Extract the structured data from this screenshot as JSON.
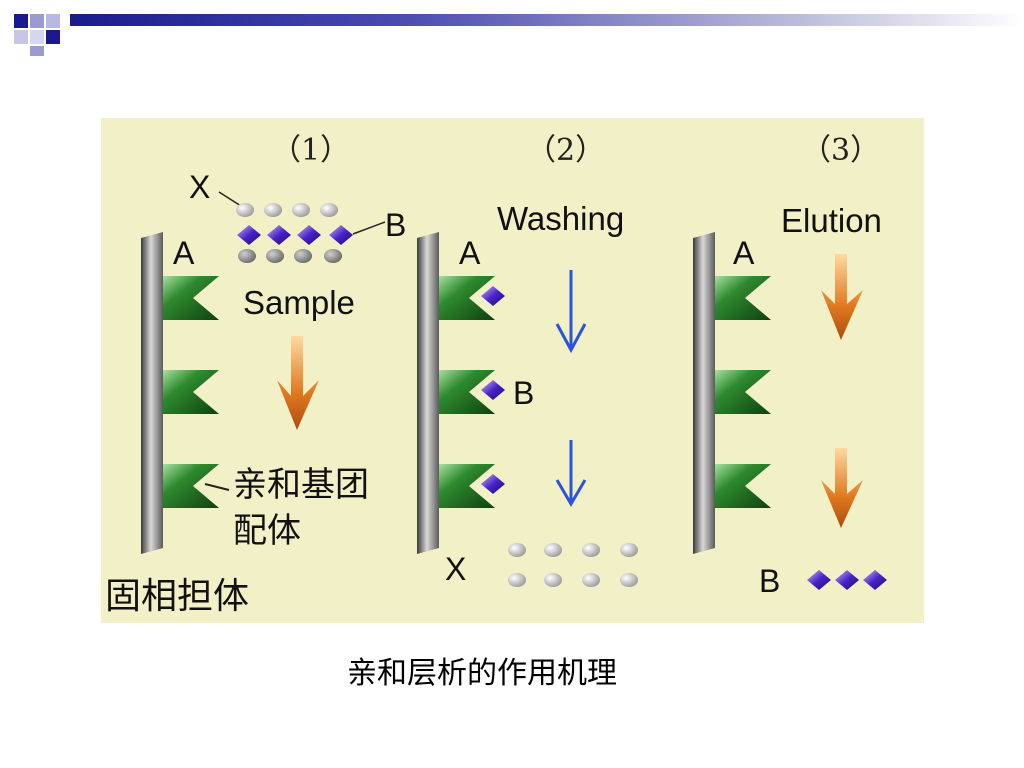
{
  "figure": {
    "panels": [
      {
        "number": "（1）",
        "action": "Sample"
      },
      {
        "number": "（2）",
        "action": "Washing"
      },
      {
        "number": "（3）",
        "action": "Elution"
      }
    ],
    "labels": {
      "ligand_a": "A",
      "impurity_x": "X",
      "target_b": "B",
      "affinity_ligand_line1": "亲和基团",
      "affinity_ligand_line2": "配体",
      "solid_support": "固相担体"
    },
    "colors": {
      "background": "#f2f0c6",
      "ligand_green": "#1f6b1f",
      "target_purple": "#3a1aa8",
      "impurity_gray": "#b8b8b8",
      "arrow_orange": "#d8702a",
      "arrow_blue": "#2a55d8"
    }
  },
  "caption": "亲和层析的作用机理"
}
